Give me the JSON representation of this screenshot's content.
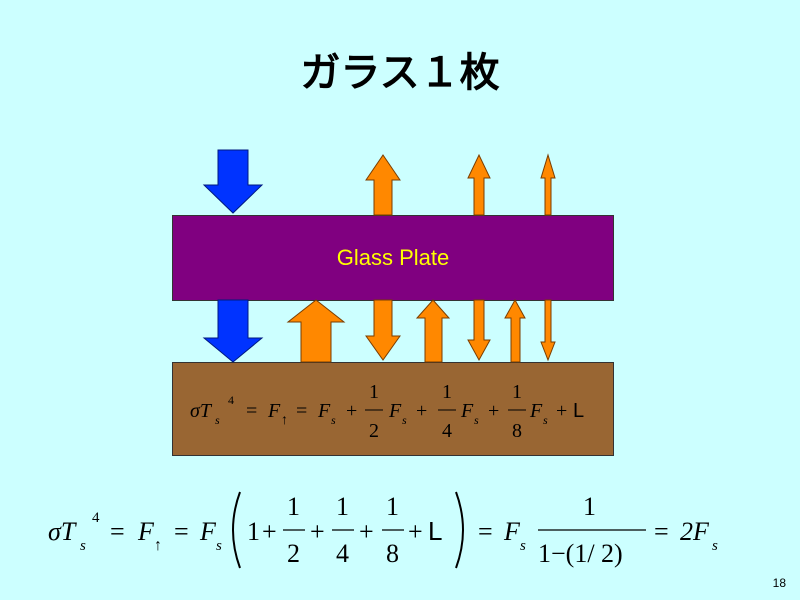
{
  "title": "ガラス１枚",
  "plate_label": "Glass Plate",
  "page_number": "18",
  "colors": {
    "background": "#ccffff",
    "plate": "#800080",
    "plate_text": "#ffff00",
    "ground": "#996633",
    "incoming_arrow": "#0033ff",
    "emitted_arrow": "#ff8800"
  },
  "equation_ground": {
    "lhs": "σT",
    "lhs_sub": "s",
    "lhs_sup": "4",
    "eq": "=",
    "f_up": "F",
    "f_up_sub": "↑",
    "f": "F",
    "f_sub": "s",
    "plus": "+",
    "one": "1",
    "d2": "2",
    "d4": "4",
    "d8": "8",
    "ellipsis": "L"
  },
  "equation_bottom": {
    "lhs": "σT",
    "lhs_sub": "s",
    "lhs_sup": "4",
    "eq": "=",
    "f_up": "F",
    "f_up_sub": "↑",
    "f": "F",
    "f_sub": "s",
    "one": "1",
    "plus": "+",
    "d2": "2",
    "d4": "4",
    "d8": "8",
    "ellipsis": "L",
    "denominator": "1−(1/ 2)",
    "result": "2F",
    "result_sub": "s"
  }
}
